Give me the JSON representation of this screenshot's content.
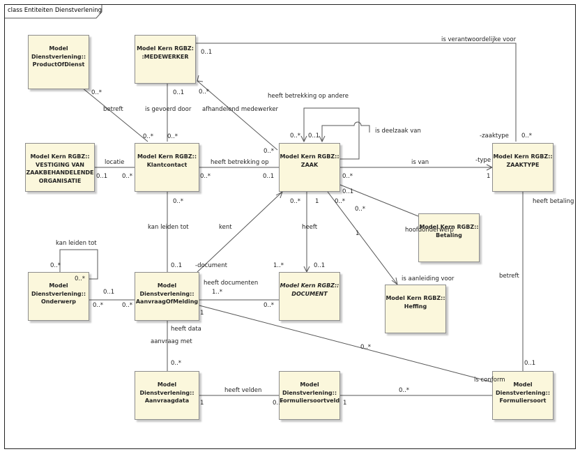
{
  "diagram": {
    "title": "class Entiteiten Dienstverlening",
    "classes": [
      {
        "id": "productofdienst",
        "name": "Model\nDienstverlening::\nProductOfDienst"
      },
      {
        "id": "medewerker",
        "name": "Model Kern RGBZ:\n:MEDEWERKER"
      },
      {
        "id": "vestiging",
        "name": "Model Kern RGBZ::\nVESTIGING VAN\nZAAKBEHANDELENDE\nORGANISATIE"
      },
      {
        "id": "klantcontact",
        "name": "Model Kern RGBZ::\nKlantcontact"
      },
      {
        "id": "zaak",
        "name": "Model Kern RGBZ::\nZAAK"
      },
      {
        "id": "zaaktype",
        "name": "Model Kern RGBZ::\nZAAKTYPE"
      },
      {
        "id": "betaling",
        "name": "Model Kern RGBZ::\nBetaling"
      },
      {
        "id": "heffing",
        "name": "Model Kern RGBZ::\nHeffing"
      },
      {
        "id": "onderwerp",
        "name": "Model\nDienstverlening::\nOnderwerp"
      },
      {
        "id": "aanvraagofmelding",
        "name": "Model\nDienstverlening::\nAanvraagOfMelding"
      },
      {
        "id": "document",
        "name": "Model Kern RGBZ::\nDOCUMENT",
        "italic": true
      },
      {
        "id": "aanvraagdata",
        "name": "Model\nDienstverlening::\nAanvraagdata"
      },
      {
        "id": "formuliersoortveld",
        "name": "Model\nDienstverlening::\nFormuliersoortveld"
      },
      {
        "id": "formuliersoort",
        "name": "Model\nDienstverlening::\nFormuliersoort"
      }
    ],
    "labels": [
      {
        "id": "l1",
        "text": "is verantwoordelijke voor"
      },
      {
        "id": "l2",
        "text": "0..1"
      },
      {
        "id": "l3",
        "text": "0..1"
      },
      {
        "id": "l4",
        "text": "0..*"
      },
      {
        "id": "l5",
        "text": "0..*"
      },
      {
        "id": "l6",
        "text": "betreft"
      },
      {
        "id": "l7",
        "text": "is gevoerd door"
      },
      {
        "id": "l8",
        "text": "afhandelend medewerker"
      },
      {
        "id": "l9",
        "text": "heeft betrekking op andere"
      },
      {
        "id": "l10",
        "text": "0..*"
      },
      {
        "id": "l11",
        "text": "0..*"
      },
      {
        "id": "l12",
        "text": "0..*"
      },
      {
        "id": "l13",
        "text": "0..1"
      },
      {
        "id": "l14",
        "text": "is deelzaak van"
      },
      {
        "id": "l15",
        "text": "-zaaktype"
      },
      {
        "id": "l16",
        "text": "0..*"
      },
      {
        "id": "l17",
        "text": "locatie"
      },
      {
        "id": "l18",
        "text": "heeft betrekking op"
      },
      {
        "id": "l19",
        "text": "0..*"
      },
      {
        "id": "l20",
        "text": "is van"
      },
      {
        "id": "l21",
        "text": "-type"
      },
      {
        "id": "l22",
        "text": "0..1"
      },
      {
        "id": "l23",
        "text": "0..*"
      },
      {
        "id": "l24",
        "text": "0..*"
      },
      {
        "id": "l25",
        "text": "0..1"
      },
      {
        "id": "l26",
        "text": "1"
      },
      {
        "id": "l27",
        "text": "0..*"
      },
      {
        "id": "l28",
        "text": "0..1"
      },
      {
        "id": "l29",
        "text": "0..*"
      },
      {
        "id": "l30",
        "text": "0..*"
      },
      {
        "id": "l31",
        "text": "1"
      },
      {
        "id": "l32",
        "text": "0..*"
      },
      {
        "id": "l33",
        "text": "heeft betaling"
      },
      {
        "id": "l34",
        "text": "0..*"
      },
      {
        "id": "l35",
        "text": "hoofdonderwerp"
      },
      {
        "id": "l36",
        "text": "kan leiden tot"
      },
      {
        "id": "l37",
        "text": "kan leiden tot"
      },
      {
        "id": "l38",
        "text": "kent"
      },
      {
        "id": "l39",
        "text": "heeft"
      },
      {
        "id": "l40",
        "text": "1"
      },
      {
        "id": "l41",
        "text": "0..*"
      },
      {
        "id": "l42",
        "text": "0..*"
      },
      {
        "id": "l43",
        "text": "0..1"
      },
      {
        "id": "l44",
        "text": "-document"
      },
      {
        "id": "l45",
        "text": "1..*"
      },
      {
        "id": "l46",
        "text": "0..1"
      },
      {
        "id": "l47",
        "text": "is aanleiding voor"
      },
      {
        "id": "l48",
        "text": "betreft"
      },
      {
        "id": "l49",
        "text": "0..1"
      },
      {
        "id": "l50",
        "text": "heeft documenten"
      },
      {
        "id": "l51",
        "text": "1..*"
      },
      {
        "id": "l52",
        "text": "0..*"
      },
      {
        "id": "l53",
        "text": "0..*"
      },
      {
        "id": "l54",
        "text": "0..*"
      },
      {
        "id": "l55",
        "text": "1"
      },
      {
        "id": "l56",
        "text": "heeft data"
      },
      {
        "id": "l57",
        "text": "aanvraag met"
      },
      {
        "id": "l58",
        "text": "0..*"
      },
      {
        "id": "l59",
        "text": "0..*"
      },
      {
        "id": "l60",
        "text": "0..1"
      },
      {
        "id": "l61",
        "text": "is conform"
      },
      {
        "id": "l62",
        "text": "heeft velden"
      },
      {
        "id": "l63",
        "text": "0..*"
      },
      {
        "id": "l64",
        "text": "1"
      },
      {
        "id": "l65",
        "text": "0..*"
      },
      {
        "id": "l66",
        "text": "1"
      }
    ]
  }
}
